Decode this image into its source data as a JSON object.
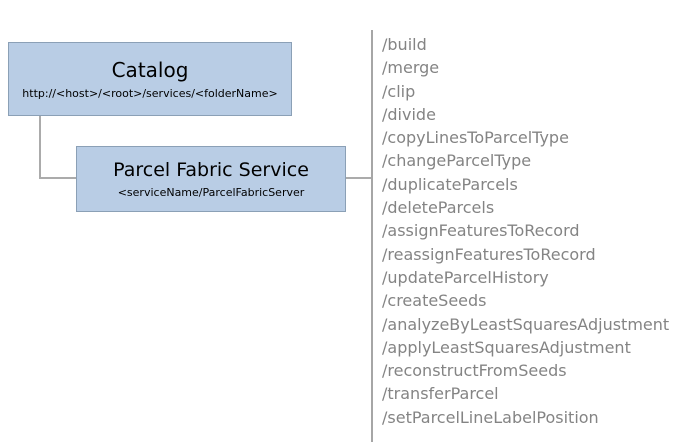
{
  "catalog_box": {
    "title": "Catalog",
    "subtitle": "http://<host>/<root>/services/<folderName>"
  },
  "service_box": {
    "title": "Parcel Fabric Service",
    "subtitle": "<serviceName/ParcelFabricServer"
  },
  "operations": [
    "/build",
    "/merge",
    "/clip",
    "/divide",
    "/copyLinesToParcelType",
    "/changeParcelType",
    "/duplicateParcels",
    "/deleteParcels",
    "/assignFeaturesToRecord",
    "/reassignFeaturesToRecord",
    "/updateParcelHistory",
    "/createSeeds",
    "/analyzeByLeastSquaresAdjustment",
    "/applyLeastSquaresAdjustment",
    "/reconstructFromSeeds",
    "/transferParcel",
    "/setParcelLineLabelPosition"
  ],
  "colors": {
    "box_fill": "#b9cde5",
    "box_border": "#8ba0b6",
    "connector": "#ababab",
    "divider": "#a6a6a6",
    "operation_text": "#848484",
    "box_text": "#000000",
    "background": "#ffffff"
  }
}
